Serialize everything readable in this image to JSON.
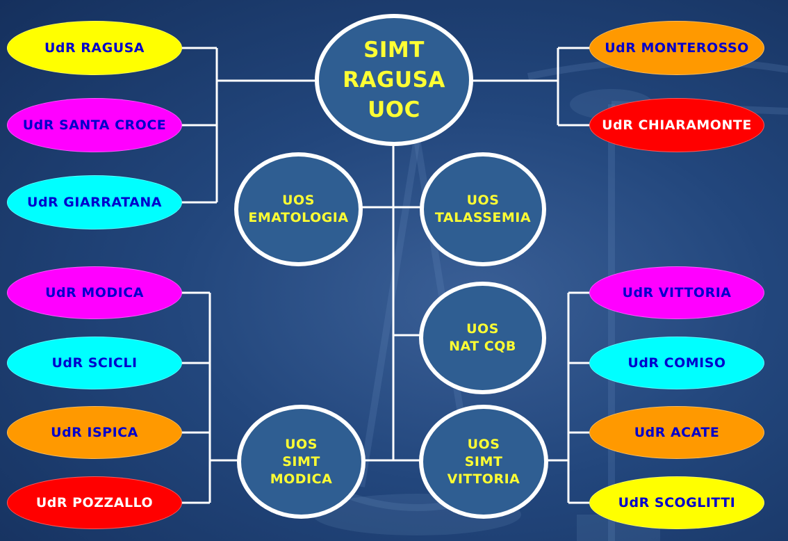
{
  "colors": {
    "background": "#22467c",
    "circle_fill": "#2f5e92",
    "circle_text": "#ffff33",
    "lines": "#ffffff",
    "yellow": "#ffff00",
    "magenta": "#ff00ff",
    "cyan": "#00ffff",
    "orange": "#ff9900",
    "red": "#ff0000",
    "text_blue": "#0000cc",
    "text_white": "#ffffff"
  },
  "center": {
    "line1": "SIMT",
    "line2": "RAGUSA",
    "line3": "UOC"
  },
  "uos_ematologia": {
    "line1": "UOS",
    "line2": "EMATOLOGIA"
  },
  "uos_talassemia": {
    "line1": "UOS",
    "line2": "TALASSEMIA"
  },
  "uos_nat": {
    "line1": "UOS",
    "line2": "NAT CQB"
  },
  "uos_modica": {
    "line1": "UOS",
    "line2": "SIMT",
    "line3": "MODICA"
  },
  "uos_vittoria": {
    "line1": "UOS",
    "line2": "SIMT",
    "line3": "VITTORIA"
  },
  "udr": {
    "ragusa": "UdR RAGUSA",
    "santa_croce": "UdR SANTA CROCE",
    "giarratana": "UdR GIARRATANA",
    "monterosso": "UdR MONTEROSSO",
    "chiaramonte": "UdR CHIARAMONTE",
    "modica": "UdR MODICA",
    "scicli": "UdR SCICLI",
    "ispica": "UdR ISPICA",
    "pozzallo": "UdR POZZALLO",
    "vittoria": "UdR VITTORIA",
    "comiso": "UdR COMISO",
    "acate": "UdR ACATE",
    "scoglitti": "UdR SCOGLITTI"
  }
}
